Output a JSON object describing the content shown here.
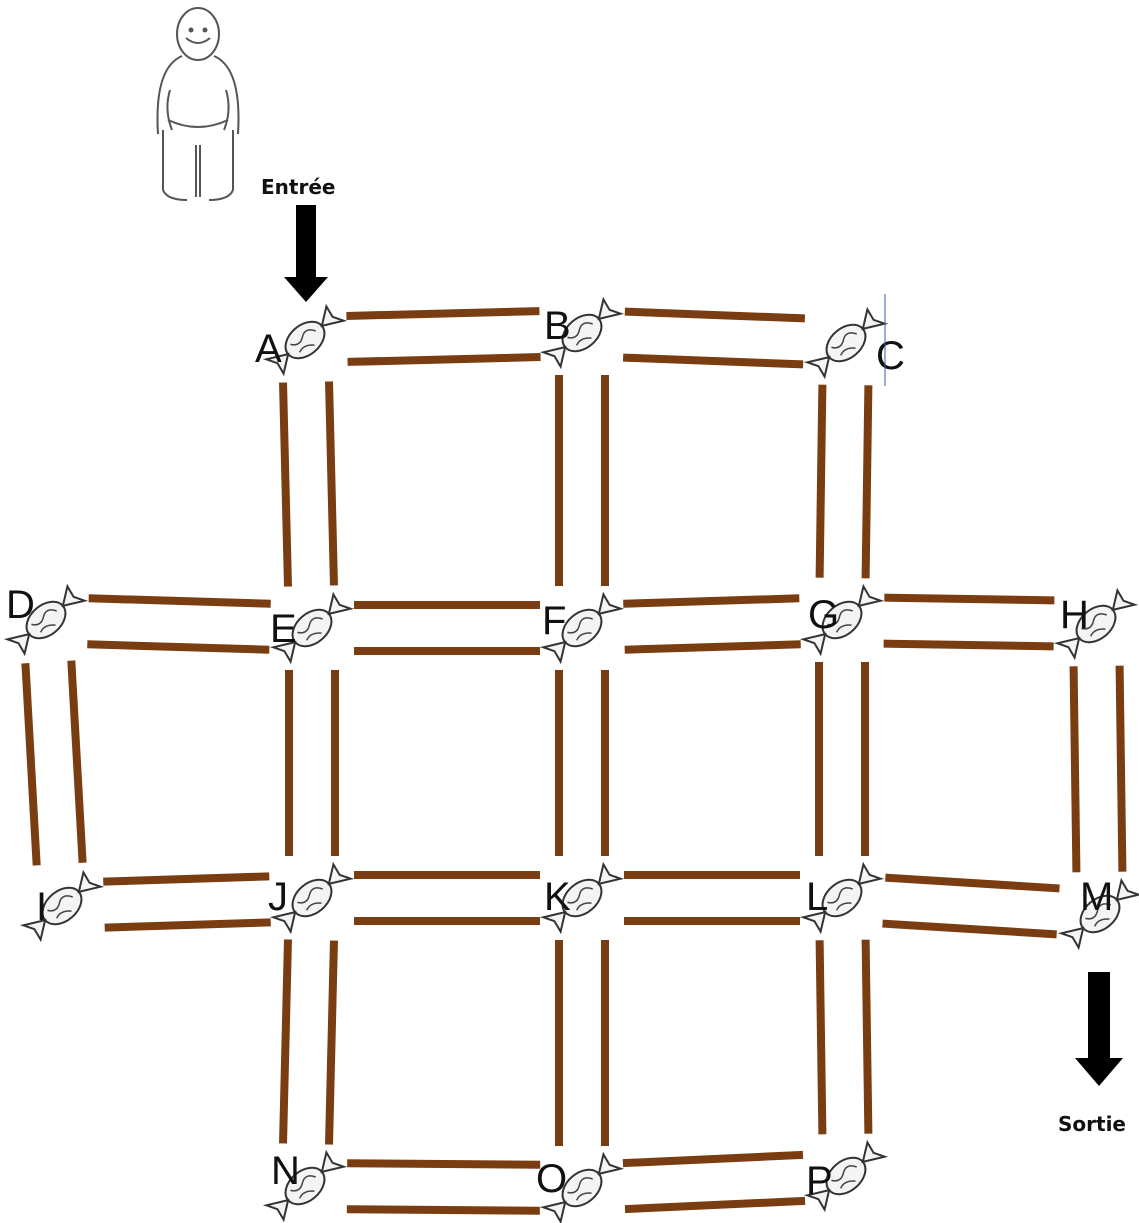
{
  "entry_label": "Entrée",
  "exit_label": "Sortie",
  "nodes": [
    {
      "id": "A",
      "label": "A"
    },
    {
      "id": "B",
      "label": "B"
    },
    {
      "id": "C",
      "label": "C"
    },
    {
      "id": "D",
      "label": "D"
    },
    {
      "id": "E",
      "label": "E"
    },
    {
      "id": "F",
      "label": "F"
    },
    {
      "id": "G",
      "label": "G"
    },
    {
      "id": "H",
      "label": "H"
    },
    {
      "id": "I",
      "label": "I"
    },
    {
      "id": "J",
      "label": "J"
    },
    {
      "id": "K",
      "label": "K"
    },
    {
      "id": "L",
      "label": "L"
    },
    {
      "id": "M",
      "label": "M"
    },
    {
      "id": "N",
      "label": "N"
    },
    {
      "id": "O",
      "label": "O"
    },
    {
      "id": "P",
      "label": "P"
    }
  ],
  "edges": [
    [
      "A",
      "B"
    ],
    [
      "B",
      "C"
    ],
    [
      "A",
      "E"
    ],
    [
      "B",
      "F"
    ],
    [
      "C",
      "G"
    ],
    [
      "D",
      "E"
    ],
    [
      "E",
      "F"
    ],
    [
      "F",
      "G"
    ],
    [
      "G",
      "H"
    ],
    [
      "D",
      "I"
    ],
    [
      "E",
      "J"
    ],
    [
      "F",
      "K"
    ],
    [
      "G",
      "L"
    ],
    [
      "H",
      "M"
    ],
    [
      "I",
      "J"
    ],
    [
      "J",
      "K"
    ],
    [
      "K",
      "L"
    ],
    [
      "L",
      "M"
    ],
    [
      "J",
      "N"
    ],
    [
      "K",
      "O"
    ],
    [
      "L",
      "P"
    ],
    [
      "N",
      "O"
    ],
    [
      "O",
      "P"
    ]
  ],
  "colors": {
    "path": "#7a3d12",
    "text": "#111111"
  },
  "icons": {
    "node": "candy-icon",
    "visitor": "person-icon",
    "arrow": "arrow-down-icon"
  }
}
